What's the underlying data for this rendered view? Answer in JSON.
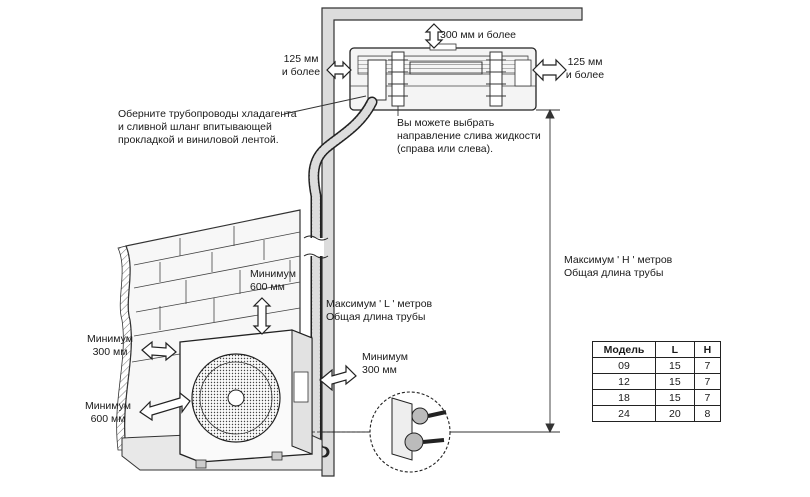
{
  "labels": {
    "top_clearance": "300 мм и более",
    "left_clearance": [
      "125 мм",
      "и более"
    ],
    "right_clearance": [
      "125 мм",
      "и более"
    ],
    "wrap_note": [
      "Оберните трубопроводы хладагента",
      "и сливной шланг впитывающей",
      "прокладкой и виниловой лентой."
    ],
    "drain_note": [
      "Вы можете выбрать",
      "направление слива жидкости",
      "(справа или слева)."
    ],
    "max_h": [
      "Максимум ' H ' метров",
      "Общая длина трубы"
    ],
    "max_l": [
      "Максимум ' L ' метров",
      "Общая длина трубы"
    ],
    "outdoor_top": [
      "Минимум",
      "600 мм"
    ],
    "outdoor_left": [
      "Минимум",
      "300 мм"
    ],
    "outdoor_right": [
      "Минимум",
      "300 мм"
    ],
    "outdoor_front": [
      "Минимум",
      "600 мм"
    ]
  },
  "table": {
    "headers": [
      "Модель",
      "L",
      "H"
    ],
    "rows": [
      [
        "09",
        "15",
        "7"
      ],
      [
        "12",
        "15",
        "7"
      ],
      [
        "18",
        "15",
        "7"
      ],
      [
        "24",
        "20",
        "8"
      ]
    ]
  }
}
